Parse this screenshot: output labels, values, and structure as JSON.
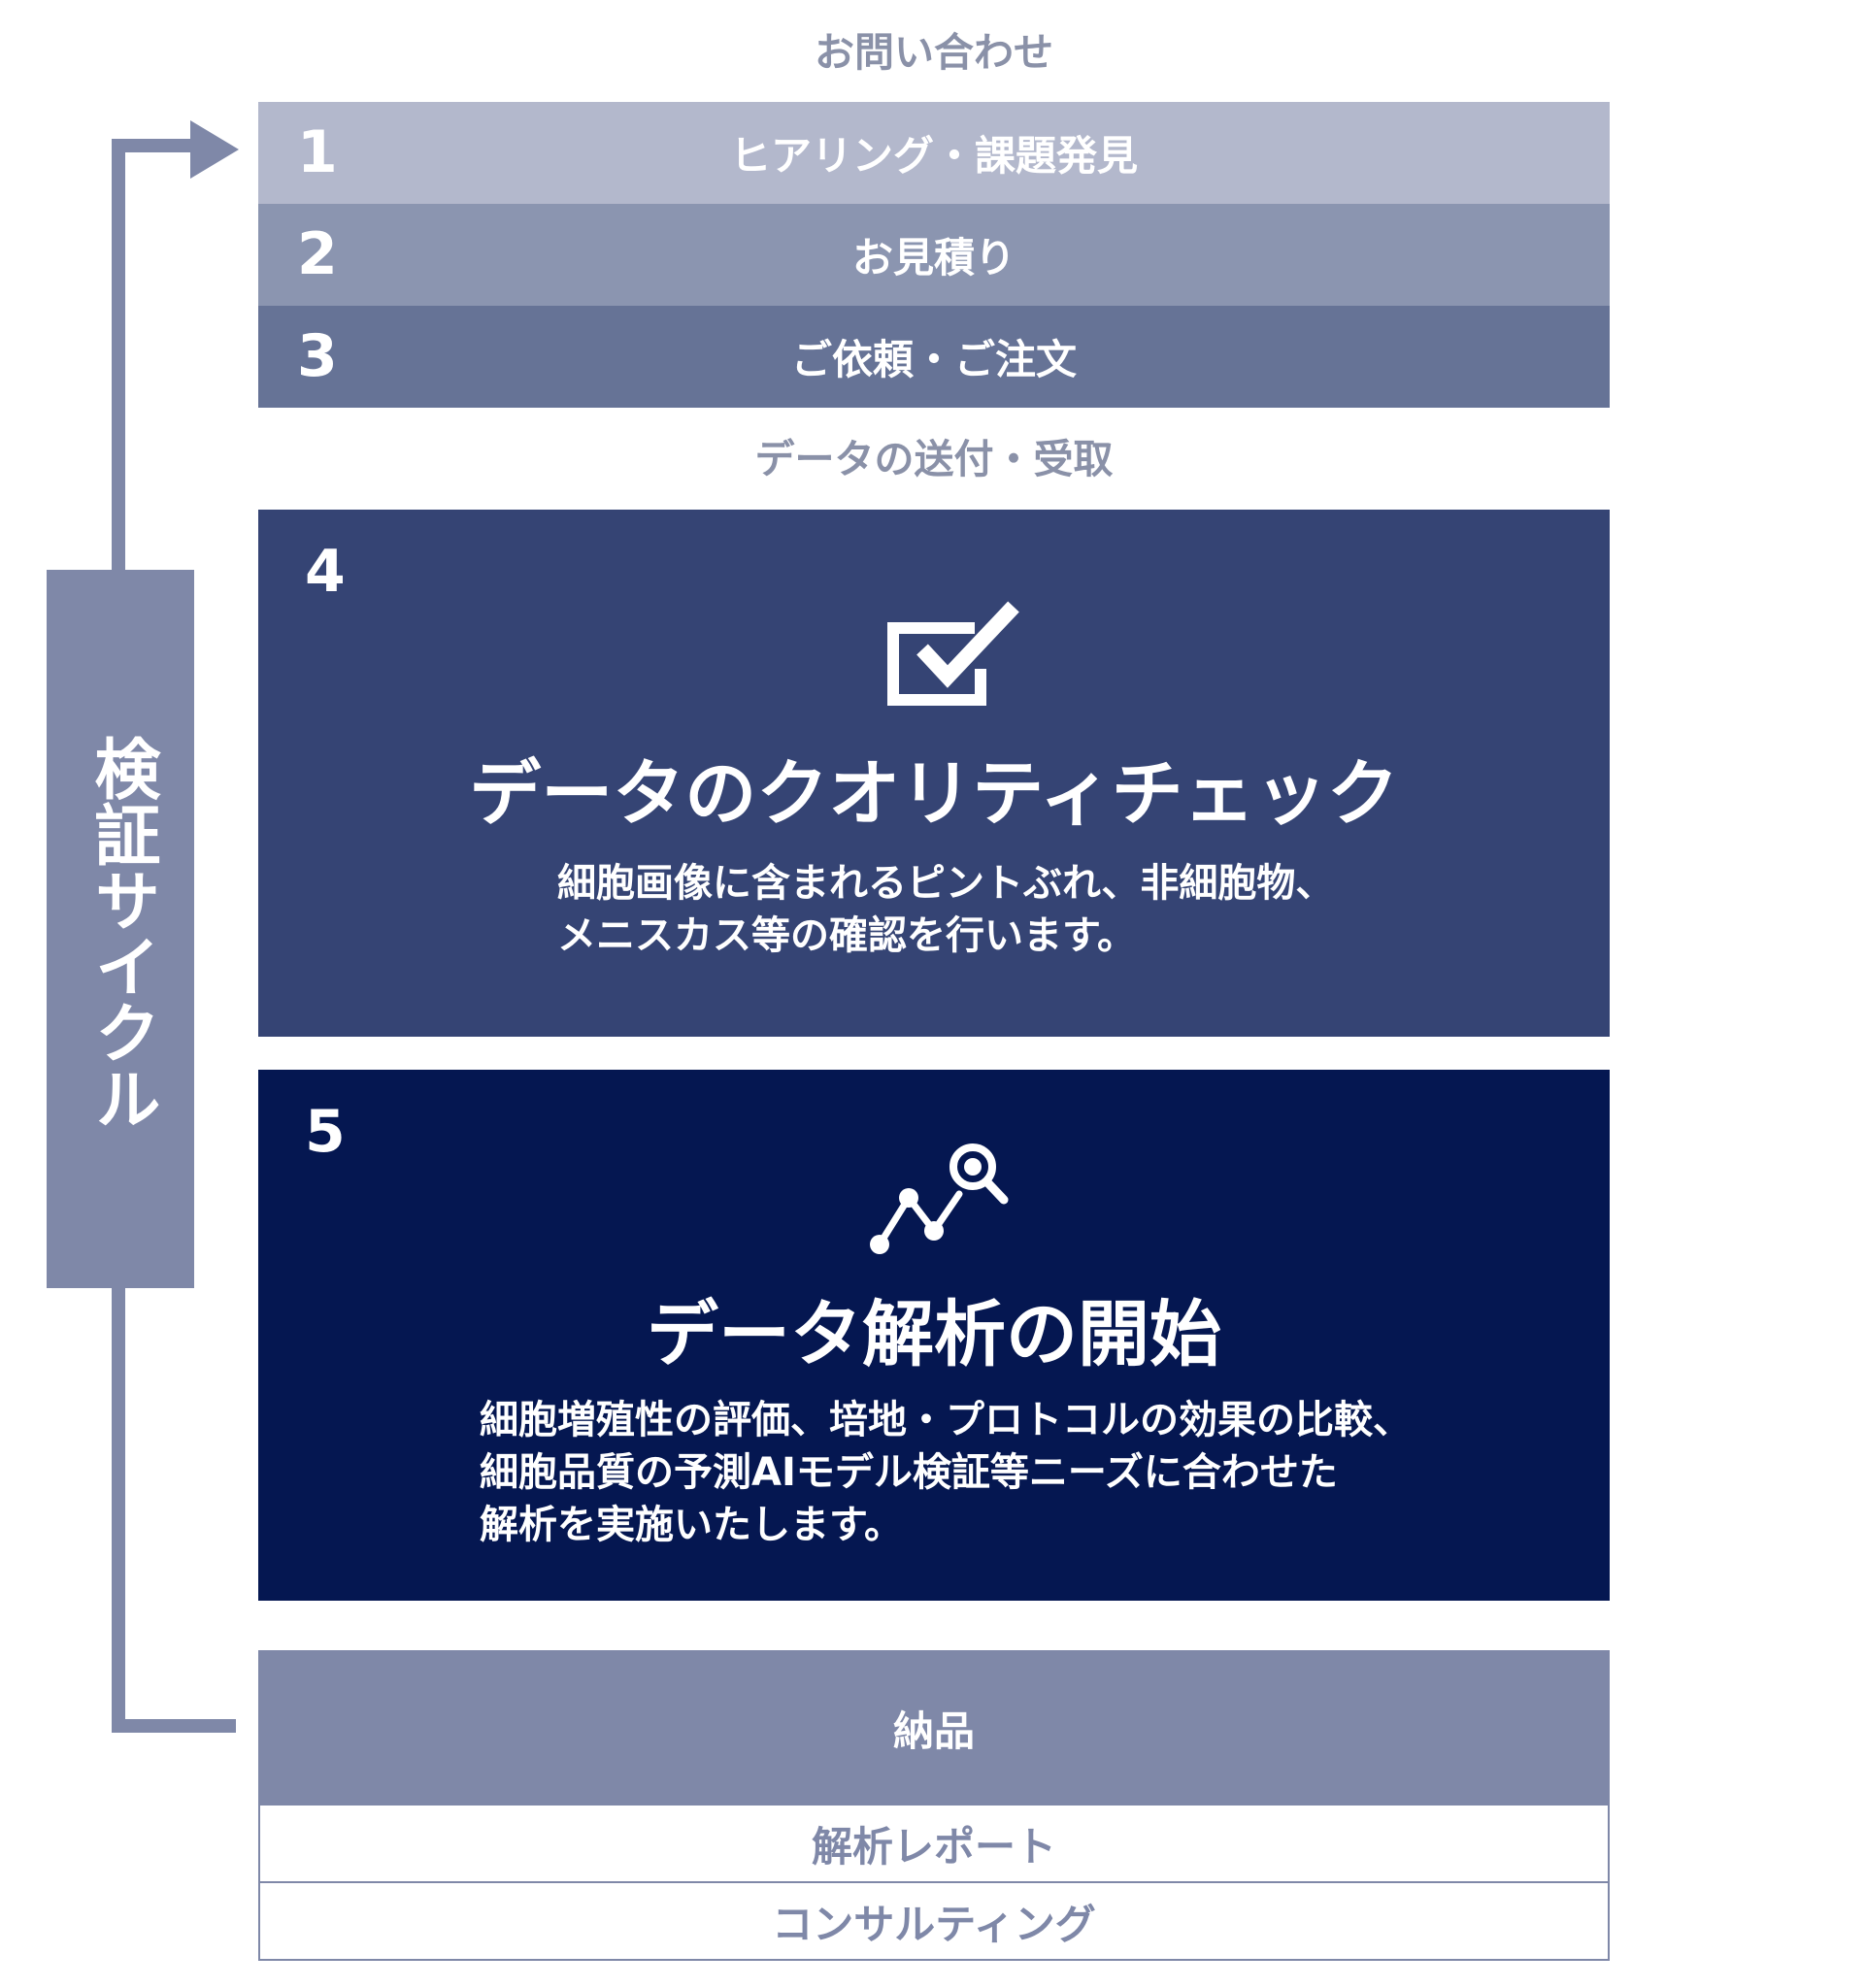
{
  "top_label": "お問い合わせ",
  "steps": [
    {
      "number": "1",
      "label": "ヒアリング・課題発見"
    },
    {
      "number": "2",
      "label": "お見積り"
    },
    {
      "number": "3",
      "label": "ご依頼・ご注文"
    }
  ],
  "mid_label": "データの送付・受取",
  "quality_check": {
    "number": "4",
    "icon": "checkbox-icon",
    "title": "データのクオリティチェック",
    "desc_lines": [
      "細胞画像に含まれるピントぶれ、非細胞物、",
      "メニスカス等の確認を行います。"
    ]
  },
  "analysis": {
    "number": "5",
    "icon": "chart-search-icon",
    "title": "データ解析の開始",
    "desc_lines": [
      "細胞増殖性の評価、培地・プロトコルの効果の比較、",
      "細胞品質の予測AIモデル検証等ニーズに合わせた",
      "解析を実施いたします。"
    ]
  },
  "delivery": {
    "label": "納品",
    "outputs": [
      "解析レポート",
      "コンサルティング"
    ]
  },
  "cycle_label": "検証サイクル",
  "colors": {
    "step1": "#b3b8cc",
    "step2": "#8b95b0",
    "step3": "#667396",
    "panel4": "#354474",
    "panel5": "#051751",
    "delivery": "#7f88a8",
    "muted_text": "#8a91a8"
  }
}
